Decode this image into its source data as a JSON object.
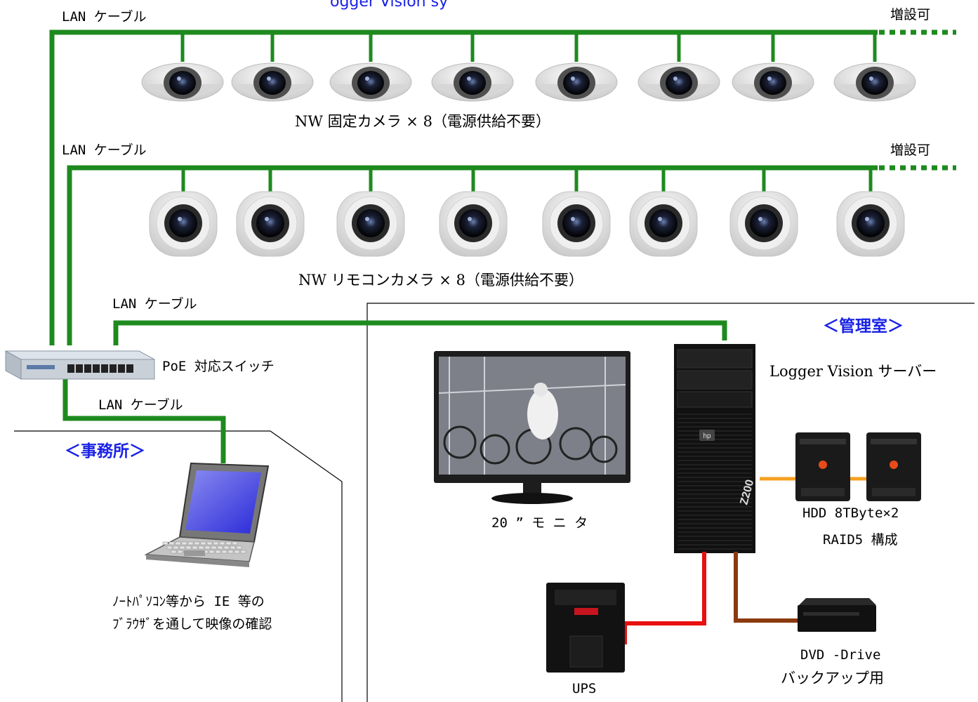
{
  "title_fragment": "ogger Vision sy",
  "cable_labels": [
    "LAN ケーブル",
    "LAN ケーブル",
    "LAN ケーブル",
    "LAN ケーブル"
  ],
  "expandable": [
    "増設可",
    "増設可"
  ],
  "fixed_cameras": {
    "count": 8,
    "caption": "NW 固定カメラ × 8（電源供給不要）"
  },
  "remote_cameras": {
    "count": 8,
    "caption": "NW リモコンカメラ × 8（電源供給不要）"
  },
  "switch_label": "PoE 対応スイッチ",
  "rooms": {
    "office": "＜事務所＞",
    "admin": "＜管理室＞"
  },
  "laptop_note": [
    "ﾉｰﾄﾊﾟｿｺﾝ等から IE 等の",
    "ﾌﾞﾗｳｻﾞを通して映像の確認"
  ],
  "monitor_label": "20 ” モ ニ タ",
  "server_label": "Logger Vision サーバー",
  "hdd_label": [
    "HDD  8TByte×2",
    "RAID5 構成"
  ],
  "dvd_label": [
    "DVD -Drive",
    "バックアップ用"
  ],
  "ups_label": "UPS",
  "colors": {
    "lan": "#1e8a1e",
    "room_text": "#1a22e6",
    "power": "#e81010",
    "usb": "#8b3a0e",
    "esata": "#f5a020"
  }
}
